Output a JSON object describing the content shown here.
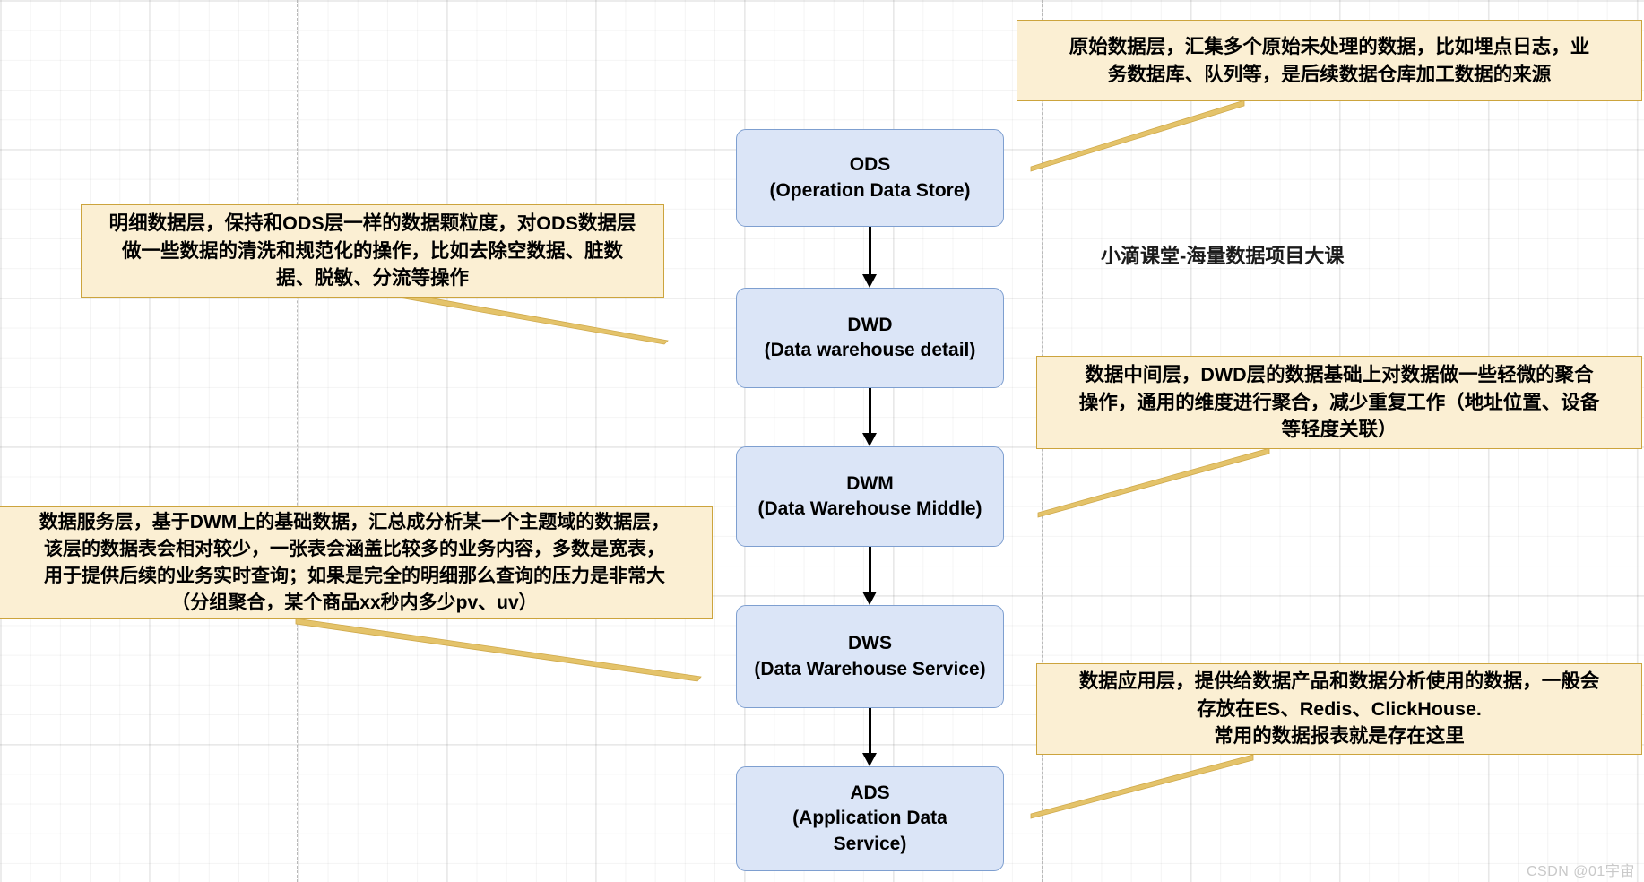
{
  "diagram": {
    "title_label": "小滴课堂-海量数据项目大课",
    "watermark": "CSDN @01宇宙",
    "colors": {
      "box_fill": "#dbe5f7",
      "box_border": "#7e9fd0",
      "note_fill": "#fbefd3",
      "note_border": "#cca43d",
      "arrow": "#000000",
      "leader": "#d6b košt"
    }
  },
  "layers": [
    {
      "id": "ods",
      "code": "ODS",
      "full_name": "(Operation Data Store)",
      "text": "ODS\n(Operation Data Store)"
    },
    {
      "id": "dwd",
      "code": "DWD",
      "full_name": "(Data warehouse detail)",
      "text": "DWD\n(Data warehouse detail)"
    },
    {
      "id": "dwm",
      "code": "DWM",
      "full_name": "(Data Warehouse Middle)",
      "text": "DWM\n(Data Warehouse Middle)"
    },
    {
      "id": "dws",
      "code": "DWS",
      "full_name": "(Data Warehouse Service)",
      "text": "DWS\n(Data Warehouse Service)"
    },
    {
      "id": "ads",
      "code": "ADS",
      "full_name": "(Application Data Service)",
      "text": "ADS\n(Application Data\nService)"
    }
  ],
  "notes": [
    {
      "id": "note-ods",
      "for_layer": "ODS",
      "text": "原始数据层，汇集多个原始未处理的数据，比如埋点日志，业\n务数据库、队列等，是后续数据仓库加工数据的来源"
    },
    {
      "id": "note-dwd",
      "for_layer": "DWD",
      "text": "明细数据层，保持和ODS层一样的数据颗粒度，对ODS数据层\n做一些数据的清洗和规范化的操作，比如去除空数据、脏数\n据、脱敏、分流等操作"
    },
    {
      "id": "note-dwm",
      "for_layer": "DWM",
      "text": "数据中间层，DWD层的数据基础上对数据做一些轻微的聚合\n操作，通用的维度进行聚合，减少重复工作（地址位置、设备\n等轻度关联）"
    },
    {
      "id": "note-dws",
      "for_layer": "DWS",
      "text": "数据服务层，基于DWM上的基础数据，汇总成分析某一个主题域的数据层，\n该层的数据表会相对较少，一张表会涵盖比较多的业务内容，多数是宽表，\n用于提供后续的业务实时查询；如果是完全的明细那么查询的压力是非常大\n（分组聚合，某个商品xx秒内多少pv、uv）"
    },
    {
      "id": "note-ads",
      "for_layer": "ADS",
      "text": "数据应用层，提供给数据产品和数据分析使用的数据，一般会\n存放在ES、Redis、ClickHouse.\n常用的数据报表就是存在这里"
    }
  ]
}
